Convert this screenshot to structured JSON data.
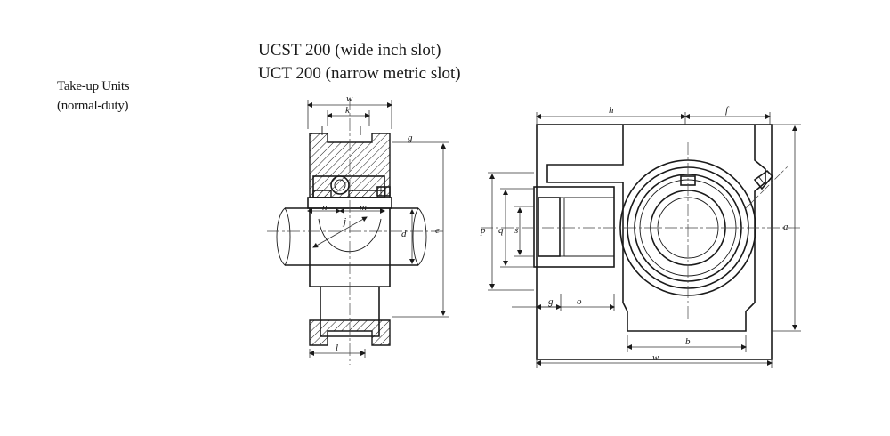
{
  "side_title": {
    "line1": "Take-up Units",
    "line2": "(normal-duty)"
  },
  "main_title": {
    "line1": "UCST 200 (wide inch slot)",
    "line2": "UCT 200 (narrow metric slot)"
  },
  "dimension_labels": {
    "w_top": "w",
    "k": "k",
    "g_top": "g",
    "n": "n",
    "m": "m",
    "d": "d",
    "e": "e",
    "j": "j",
    "l": "l",
    "h": "h",
    "f": "f",
    "p": "p",
    "q": "q",
    "s": "s",
    "a": "a",
    "g_bottom": "g",
    "o": "o",
    "b": "b",
    "w_bottom": "w"
  }
}
